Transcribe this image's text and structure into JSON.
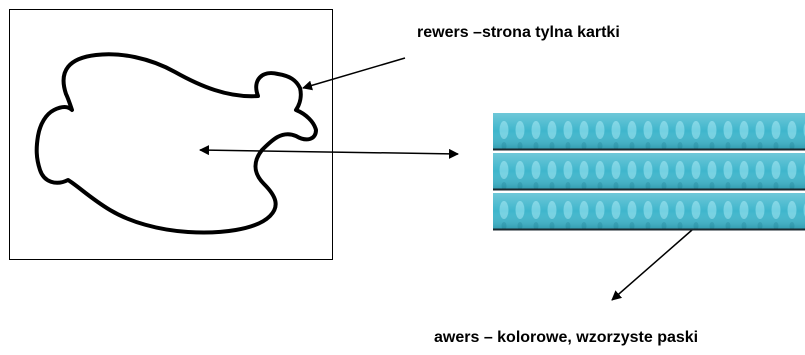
{
  "labels": {
    "reverse": "rewers –strona tylna kartki",
    "obverse": "awers – kolorowe, wzorzyste paski"
  },
  "figure": {
    "shape": "airplane-outline",
    "pattern": "blue-drop-stripes",
    "stripe_count": 3
  },
  "colors": {
    "outline": "#000000",
    "stripe_base": "#3fb6cc",
    "stripe_light": "#7ed6e6",
    "stripe_dark": "#2796ad"
  }
}
